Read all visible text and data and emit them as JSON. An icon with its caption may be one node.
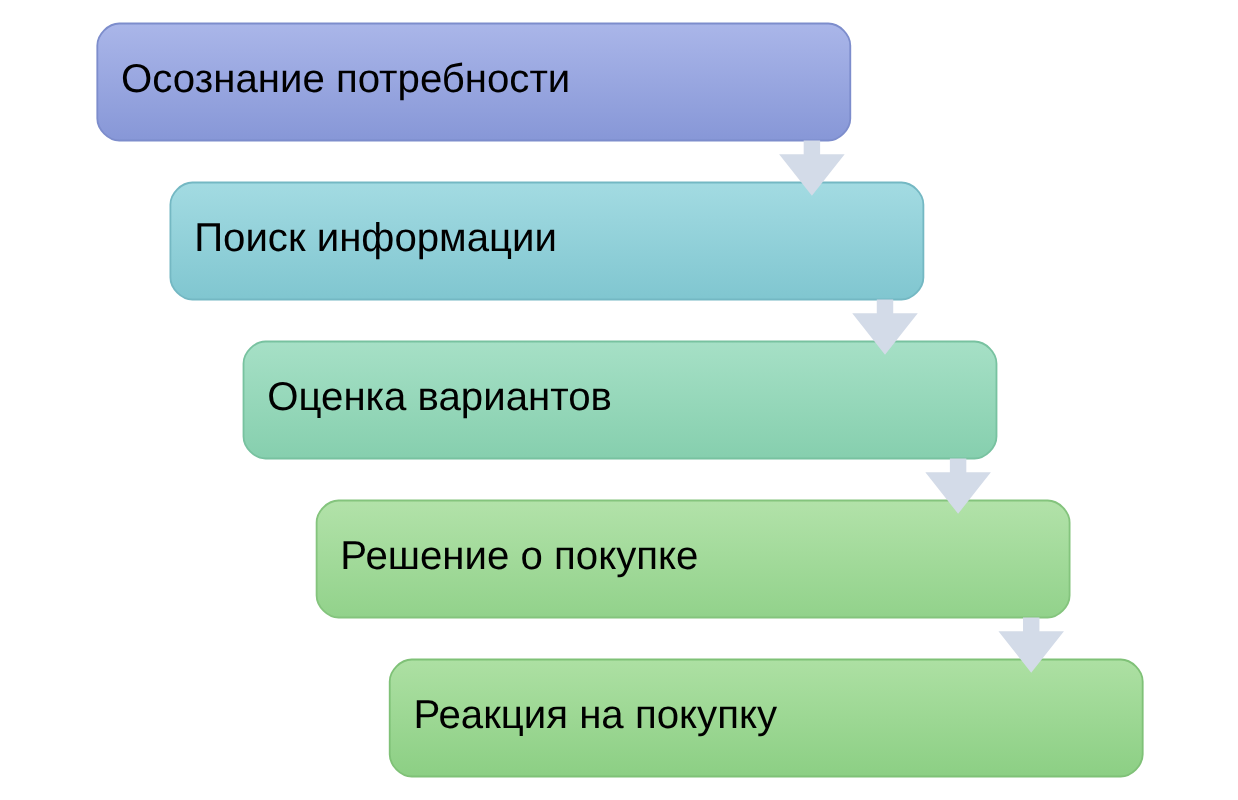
{
  "diagram": {
    "nodes": [
      {
        "text": [
          "Осознание потребности"
        ]
      },
      {
        "text": [
          "Поиск информации"
        ]
      },
      {
        "text": [
          "Оценка вариантов"
        ]
      },
      {
        "text": [
          "Решение о покупке"
        ]
      },
      {
        "text": [
          "Реакция на покупку"
        ]
      }
    ],
    "edges": [
      {
        "from": 0,
        "to": 1,
        "arrow": "to"
      },
      {
        "from": 1,
        "to": 2,
        "arrow": "to"
      },
      {
        "from": 2,
        "to": 3,
        "arrow": "to"
      },
      {
        "from": 3,
        "to": 4,
        "arrow": "to"
      }
    ]
  }
}
